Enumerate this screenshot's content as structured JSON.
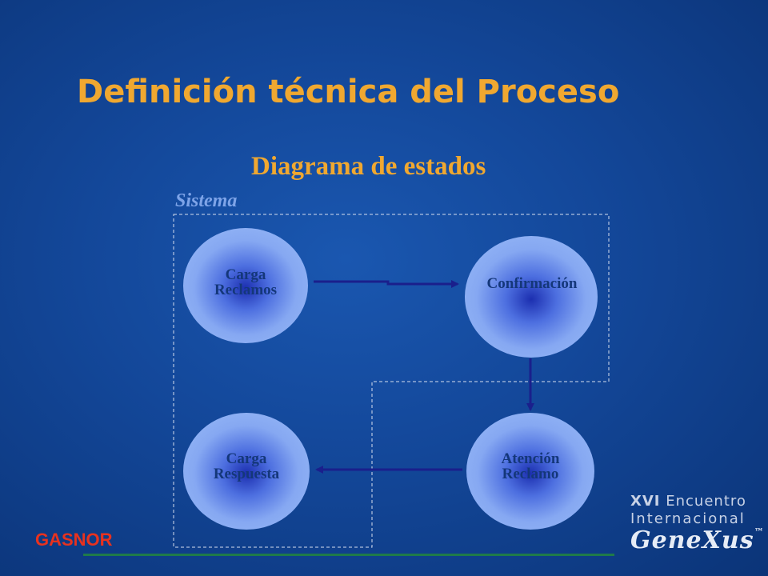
{
  "slide": {
    "title": "Definición técnica del Proceso",
    "subtitle": "Diagrama de estados",
    "boundary_label": "Sistema",
    "footer_brand": "GASNOR"
  },
  "diagram": {
    "nodes": [
      {
        "id": "carga-reclamos",
        "line1": "Carga",
        "line2": "Reclamos"
      },
      {
        "id": "confirmacion",
        "line1": "Confirmación",
        "line2": ""
      },
      {
        "id": "atencion-reclamo",
        "line1": "Atención",
        "line2": "Reclamo"
      },
      {
        "id": "carga-respuesta",
        "line1": "Carga",
        "line2": "Respuesta"
      }
    ],
    "edges": [
      {
        "from": "carga-reclamos",
        "to": "confirmacion"
      },
      {
        "from": "confirmacion",
        "to": "atencion-reclamo"
      },
      {
        "from": "atencion-reclamo",
        "to": "carga-respuesta"
      }
    ],
    "colors": {
      "node_edge": "#8fb1f4",
      "node_center": "#1c2fb0",
      "arrow": "#1a1f8c",
      "boundary": "#d6deee"
    }
  },
  "logo": {
    "line1_bold": "XVI",
    "line1_rest": "Encuentro",
    "line2": "Internacional",
    "line3": "GeneXus",
    "trademark": "™"
  }
}
